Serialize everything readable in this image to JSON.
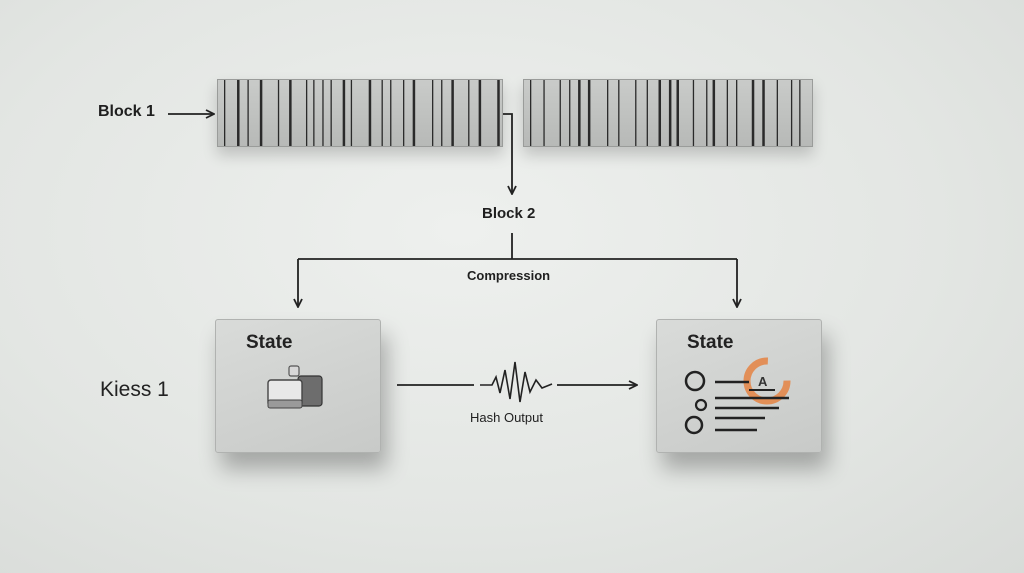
{
  "labels": {
    "block1": "Block 1",
    "block2": "Block 2",
    "compression": "Compression",
    "hash_output": "Hash Output",
    "side_label": "Kiess  1"
  },
  "tiles": {
    "left_title": "State",
    "right_title": "State"
  },
  "colors": {
    "background": "#e6e8e6",
    "tile": "#d2d4d2",
    "line": "#222222",
    "accent": "#e3874a"
  }
}
